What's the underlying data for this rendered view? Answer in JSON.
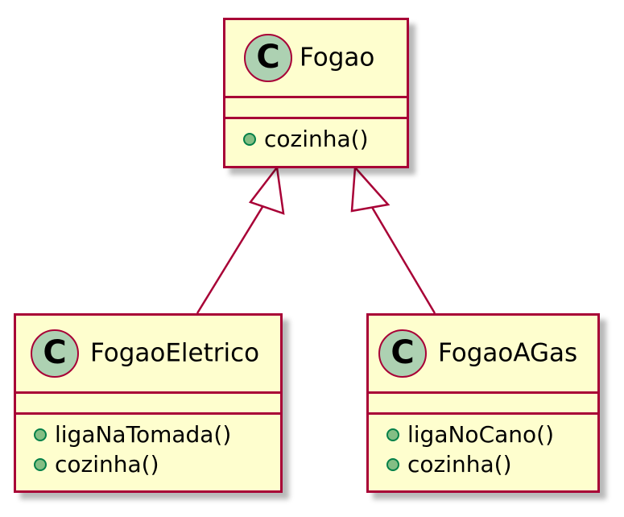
{
  "diagram": {
    "stereotype_letter": "C",
    "colors": {
      "class_fill": "#FEFECE",
      "border": "#A80036",
      "stereotype_circle": "#ADD1B2",
      "public_marker_fill": "#84BE84",
      "public_marker_border": "#038048"
    },
    "classes": [
      {
        "id": "fogao",
        "name": "Fogao",
        "operations": [
          "cozinha()"
        ]
      },
      {
        "id": "fogao-eletrico",
        "name": "FogaoEletrico",
        "operations": [
          "ligaNaTomada()",
          "cozinha()"
        ]
      },
      {
        "id": "fogao-a-gas",
        "name": "FogaoAGas",
        "operations": [
          "ligaNoCano()",
          "cozinha()"
        ]
      }
    ],
    "relations": [
      {
        "type": "generalization",
        "from": "fogao-eletrico",
        "to": "fogao"
      },
      {
        "type": "generalization",
        "from": "fogao-a-gas",
        "to": "fogao"
      }
    ]
  }
}
